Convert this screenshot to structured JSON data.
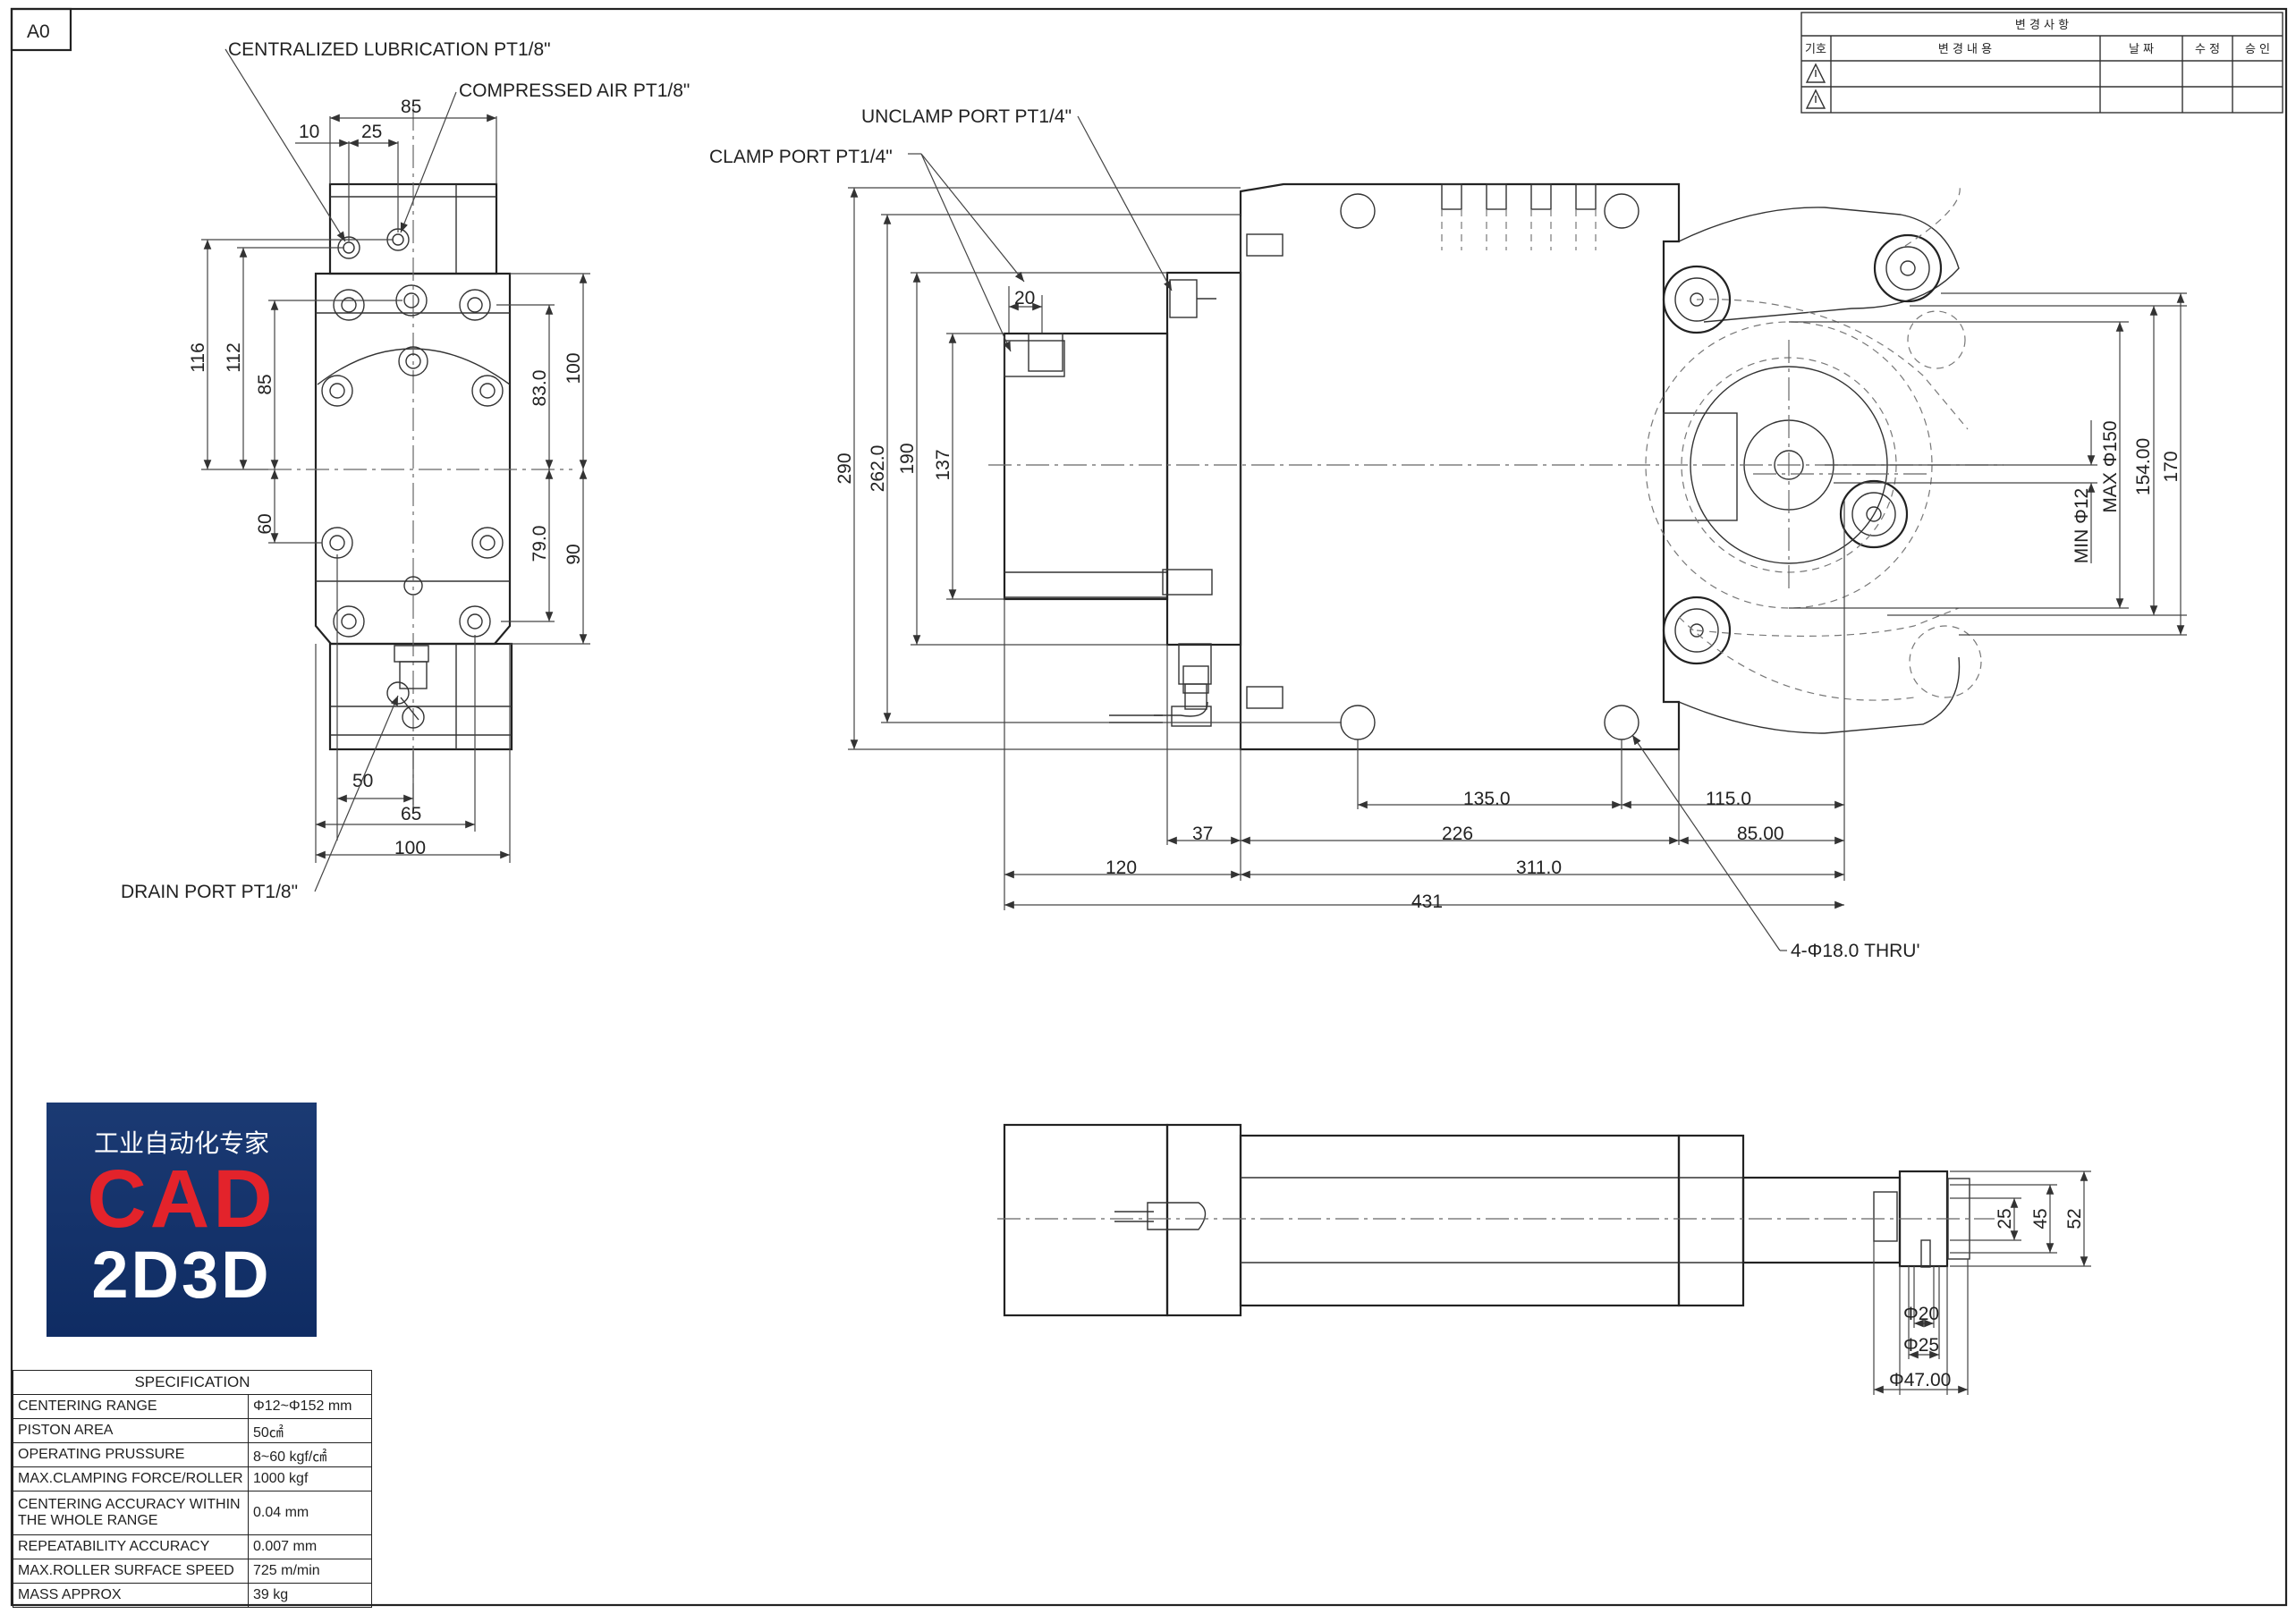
{
  "sheet": {
    "size_label": "A0"
  },
  "revision_table": {
    "title": "변 경 사 항",
    "headers": [
      "기호",
      "변 경 내 용",
      "날 짜",
      "수 정",
      "승 인"
    ],
    "rows": [
      {
        "symbol": "warning-triangle-1-icon"
      },
      {
        "symbol": "warning-triangle-2-icon"
      }
    ]
  },
  "callouts": {
    "centralized_lubrication": "CENTRALIZED LUBRICATION PT1/8\"",
    "compressed_air": "COMPRESSED AIR PT1/8\"",
    "drain_port": "DRAIN PORT PT1/8\"",
    "unclamp_port": "UNCLAMP PORT PT1/4\"",
    "clamp_port": "CLAMP PORT PT1/4\"",
    "holes": "4-Φ18.0 THRU'"
  },
  "dimensions": {
    "front_view": {
      "w85": "85",
      "w10": "10",
      "w25": "25",
      "h116": "116",
      "h112": "112",
      "h85": "85",
      "h60": "60",
      "h83": "83.0",
      "h100": "100",
      "h79": "79.0",
      "h90": "90",
      "w50": "50",
      "w65": "65",
      "w100": "100"
    },
    "side_view": {
      "h290": "290",
      "h262": "262.0",
      "h190": "190",
      "h137": "137",
      "w20": "20",
      "w135": "135.0",
      "w115": "115.0",
      "w37": "37",
      "w226": "226",
      "w85": "85.00",
      "w120": "120",
      "w311": "311.0",
      "w431": "431",
      "min12": "MIN Φ12",
      "max150": "MAX Φ150",
      "h154": "154.00",
      "h170": "170"
    },
    "top_view": {
      "h25": "25",
      "h45": "45",
      "h52": "52",
      "d20": "Φ20",
      "d25": "Φ25",
      "d47": "Φ47.00"
    }
  },
  "logo": {
    "cn_text": "工业自动化专家",
    "cad_text": "CAD",
    "sub_text": "2D3D"
  },
  "specification": {
    "title": "SPECIFICATION",
    "rows": [
      {
        "label": "CENTERING RANGE",
        "value": "Φ12~Φ152 mm"
      },
      {
        "label": "PISTON AREA",
        "value": "50㎠"
      },
      {
        "label": "OPERATING PRUSSURE",
        "value": "8~60 kgf/㎠"
      },
      {
        "label": "MAX.CLAMPING FORCE/ROLLER",
        "value": "1000 kgf"
      },
      {
        "label": "CENTERING ACCURACY WITHIN THE WHOLE RANGE",
        "value": "0.04 mm"
      },
      {
        "label": "REPEATABILITY ACCURACY",
        "value": "0.007 mm"
      },
      {
        "label": "MAX.ROLLER SURFACE SPEED",
        "value": "725 m/min"
      },
      {
        "label": "MASS APPROX",
        "value": "39 kg"
      }
    ]
  },
  "colors": {
    "logo_bg": "#12306a",
    "logo_red": "#e3232b",
    "line": "#222222"
  }
}
